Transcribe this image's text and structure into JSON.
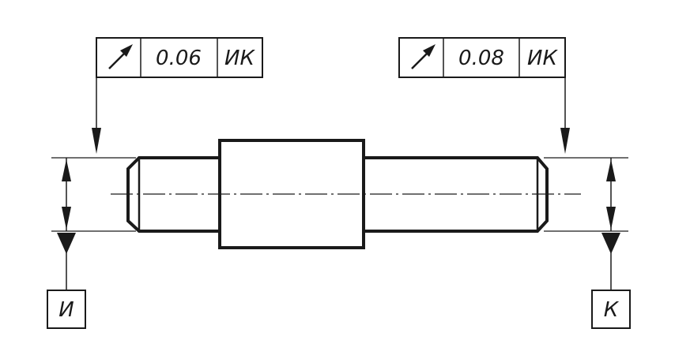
{
  "frames": {
    "left": {
      "symbol": "circular-runout-arrow-icon",
      "tolerance": "0.06",
      "datums": "ИК"
    },
    "right": {
      "symbol": "circular-runout-arrow-icon",
      "tolerance": "0.08",
      "datums": "ИК"
    }
  },
  "datums": {
    "left": {
      "letter": "И"
    },
    "right": {
      "letter": "К"
    }
  },
  "colors": {
    "ink": "#1a1a1a",
    "background": "#ffffff"
  }
}
